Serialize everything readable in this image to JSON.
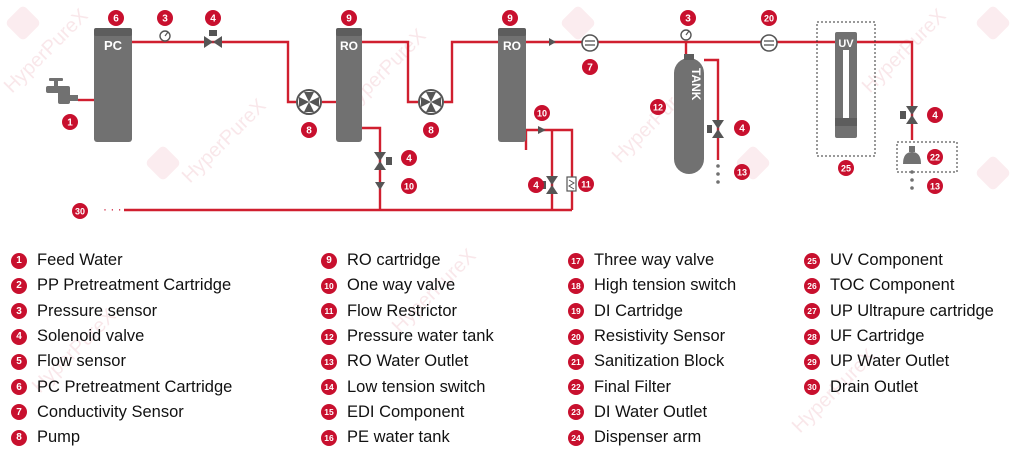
{
  "watermark": "HyperPureX",
  "colors": {
    "pipe": "#d01f2f",
    "device": "#717171",
    "device_dark": "#5d5d5d",
    "badge": "#c8102e"
  },
  "components": {
    "pc_label": "PC",
    "ro1_label": "RO",
    "ro2_label": "RO",
    "tank_label": "TANK",
    "uv_label": "UV"
  },
  "markers": {
    "m1": "1",
    "m6": "6",
    "m3a": "3",
    "m4a": "4",
    "m8a": "8",
    "m9a": "9",
    "m8b": "8",
    "m4b": "4",
    "m10a": "10",
    "m9b": "9",
    "m7": "7",
    "m10b": "10",
    "m4c": "4",
    "m11": "11",
    "m3b": "3",
    "m12": "12",
    "m4d": "4",
    "m13a": "13",
    "m20": "20",
    "m25": "25",
    "m4e": "4",
    "m22": "22",
    "m13b": "13",
    "m30": "30"
  },
  "legend": {
    "col1": [
      {
        "num": "1",
        "label": "Feed Water"
      },
      {
        "num": "2",
        "label": "PP Pretreatment Cartridge"
      },
      {
        "num": "3",
        "label": "Pressure sensor"
      },
      {
        "num": "4",
        "label": "Solenoid valve"
      },
      {
        "num": "5",
        "label": "Flow sensor"
      },
      {
        "num": "6",
        "label": "PC Pretreatment Cartridge"
      },
      {
        "num": "7",
        "label": "Conductivity Sensor"
      },
      {
        "num": "8",
        "label": "Pump"
      }
    ],
    "col2": [
      {
        "num": "9",
        "label": "RO cartridge"
      },
      {
        "num": "10",
        "label": "One way valve"
      },
      {
        "num": "11",
        "label": "Flow Restrictor"
      },
      {
        "num": "12",
        "label": "Pressure water tank"
      },
      {
        "num": "13",
        "label": "RO Water Outlet"
      },
      {
        "num": "14",
        "label": "Low tension switch"
      },
      {
        "num": "15",
        "label": "EDI Component"
      },
      {
        "num": "16",
        "label": "PE water tank"
      }
    ],
    "col3": [
      {
        "num": "17",
        "label": "Three way valve"
      },
      {
        "num": "18",
        "label": "High tension switch"
      },
      {
        "num": "19",
        "label": "DI Cartridge"
      },
      {
        "num": "20",
        "label": "Resistivity Sensor"
      },
      {
        "num": "21",
        "label": "Sanitization Block"
      },
      {
        "num": "22",
        "label": "Final Filter"
      },
      {
        "num": "23",
        "label": "DI Water Outlet"
      },
      {
        "num": "24",
        "label": "Dispenser arm"
      }
    ],
    "col4": [
      {
        "num": "25",
        "label": "UV Component"
      },
      {
        "num": "26",
        "label": "TOC Component"
      },
      {
        "num": "27",
        "label": "UP Ultrapure cartridge"
      },
      {
        "num": "28",
        "label": "UF Cartridge"
      },
      {
        "num": "29",
        "label": "UP Water Outlet"
      },
      {
        "num": "30",
        "label": "Drain Outlet"
      }
    ]
  }
}
